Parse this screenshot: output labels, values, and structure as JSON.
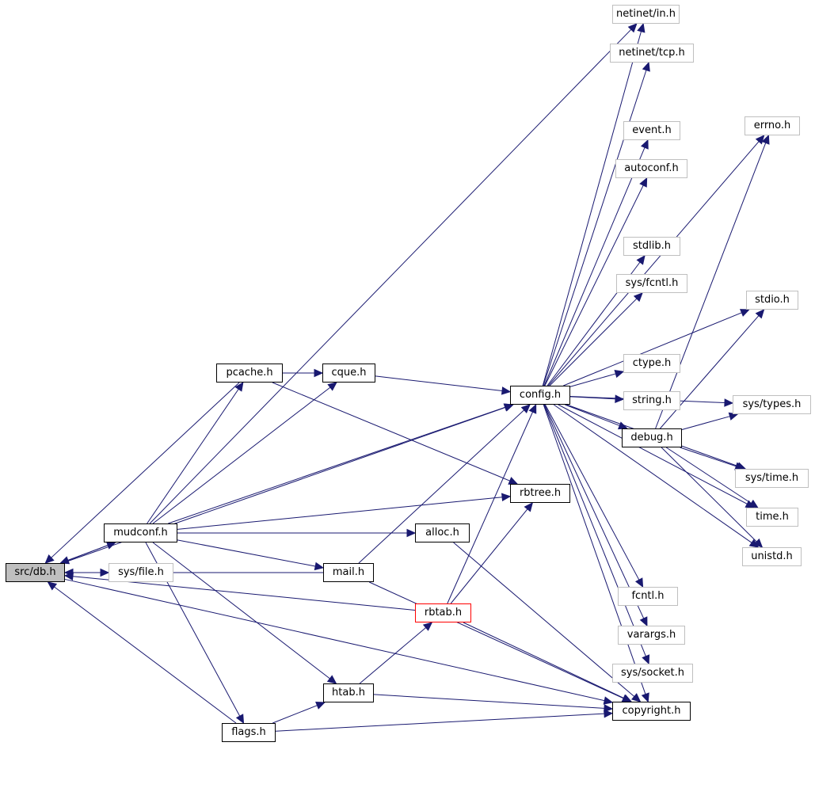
{
  "colors": {
    "edge": "#191970",
    "current_fill": "#bfbfbf",
    "local_border": "#000000",
    "external_border": "#bfbfbf",
    "missing_border": "#ff0000"
  },
  "nodes": {
    "src_db_h": "src/db.h",
    "sys_file_h": "sys/file.h",
    "mudconf_h": "mudconf.h",
    "pcache_h": "pcache.h",
    "cque_h": "cque.h",
    "config_h": "config.h",
    "rbtree_h": "rbtree.h",
    "alloc_h": "alloc.h",
    "mail_h": "mail.h",
    "rbtab_h": "rbtab.h",
    "htab_h": "htab.h",
    "flags_h": "flags.h",
    "debug_h": "debug.h",
    "copyright_h": "copyright.h",
    "netinet_in_h": "netinet/in.h",
    "netinet_tcp_h": "netinet/tcp.h",
    "errno_h": "errno.h",
    "event_h": "event.h",
    "autoconf_h": "autoconf.h",
    "stdlib_h": "stdlib.h",
    "sys_fcntl_h": "sys/fcntl.h",
    "stdio_h": "stdio.h",
    "ctype_h": "ctype.h",
    "string_h": "string.h",
    "sys_types_h": "sys/types.h",
    "sys_time_h": "sys/time.h",
    "time_h": "time.h",
    "unistd_h": "unistd.h",
    "fcntl_h": "fcntl.h",
    "varargs_h": "varargs.h",
    "sys_socket_h": "sys/socket.h"
  },
  "edges": [
    [
      "src_db_h",
      "sys_file_h"
    ],
    [
      "src_db_h",
      "mudconf_h"
    ],
    [
      "src_db_h",
      "config_h"
    ],
    [
      "src_db_h",
      "copyright_h"
    ],
    [
      "mudconf_h",
      "src_db_h"
    ],
    [
      "mudconf_h",
      "pcache_h"
    ],
    [
      "mudconf_h",
      "cque_h"
    ],
    [
      "mudconf_h",
      "config_h"
    ],
    [
      "mudconf_h",
      "rbtree_h"
    ],
    [
      "mudconf_h",
      "alloc_h"
    ],
    [
      "mudconf_h",
      "mail_h"
    ],
    [
      "mudconf_h",
      "htab_h"
    ],
    [
      "mudconf_h",
      "flags_h"
    ],
    [
      "mudconf_h",
      "netinet_in_h"
    ],
    [
      "pcache_h",
      "src_db_h"
    ],
    [
      "pcache_h",
      "cque_h"
    ],
    [
      "pcache_h",
      "rbtree_h"
    ],
    [
      "cque_h",
      "config_h"
    ],
    [
      "mail_h",
      "src_db_h"
    ],
    [
      "mail_h",
      "config_h"
    ],
    [
      "mail_h",
      "copyright_h"
    ],
    [
      "rbtab_h",
      "src_db_h"
    ],
    [
      "rbtab_h",
      "config_h"
    ],
    [
      "rbtab_h",
      "rbtree_h"
    ],
    [
      "rbtab_h",
      "copyright_h"
    ],
    [
      "htab_h",
      "rbtab_h"
    ],
    [
      "htab_h",
      "copyright_h"
    ],
    [
      "flags_h",
      "src_db_h"
    ],
    [
      "flags_h",
      "htab_h"
    ],
    [
      "flags_h",
      "copyright_h"
    ],
    [
      "alloc_h",
      "copyright_h"
    ],
    [
      "config_h",
      "netinet_in_h"
    ],
    [
      "config_h",
      "netinet_tcp_h"
    ],
    [
      "config_h",
      "errno_h"
    ],
    [
      "config_h",
      "event_h"
    ],
    [
      "config_h",
      "autoconf_h"
    ],
    [
      "config_h",
      "stdlib_h"
    ],
    [
      "config_h",
      "sys_fcntl_h"
    ],
    [
      "config_h",
      "stdio_h"
    ],
    [
      "config_h",
      "ctype_h"
    ],
    [
      "config_h",
      "string_h"
    ],
    [
      "config_h",
      "debug_h"
    ],
    [
      "config_h",
      "sys_types_h"
    ],
    [
      "config_h",
      "sys_time_h"
    ],
    [
      "config_h",
      "time_h"
    ],
    [
      "config_h",
      "unistd_h"
    ],
    [
      "config_h",
      "fcntl_h"
    ],
    [
      "config_h",
      "varargs_h"
    ],
    [
      "config_h",
      "sys_socket_h"
    ],
    [
      "config_h",
      "copyright_h"
    ],
    [
      "debug_h",
      "errno_h"
    ],
    [
      "debug_h",
      "stdio_h"
    ],
    [
      "debug_h",
      "sys_types_h"
    ],
    [
      "debug_h",
      "sys_time_h"
    ],
    [
      "debug_h",
      "time_h"
    ],
    [
      "debug_h",
      "unistd_h"
    ]
  ]
}
